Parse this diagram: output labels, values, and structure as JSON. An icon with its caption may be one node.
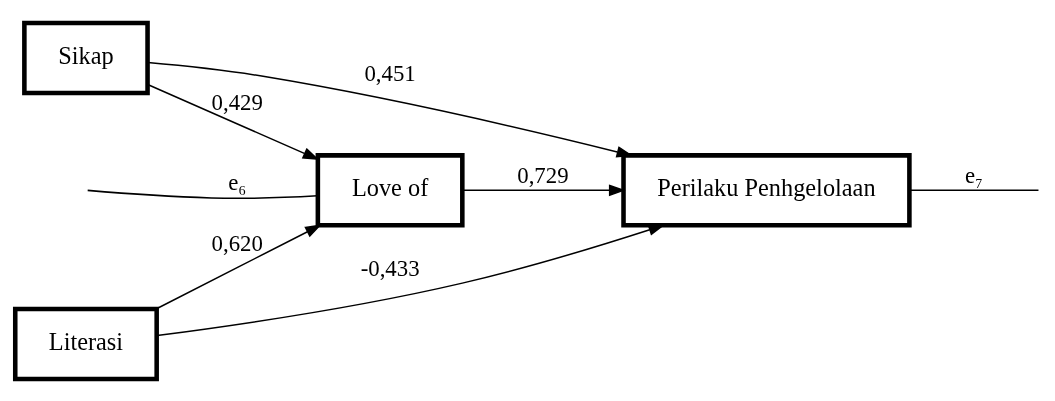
{
  "diagram": {
    "nodes": [
      {
        "text": [
          "Literasi"
        ]
      },
      {
        "text": [
          "Sikap"
        ]
      },
      {
        "text": [
          "Love of"
        ]
      },
      {
        "text": [
          "Perilaku Penhgelolaan"
        ]
      }
    ],
    "edges": [
      {
        "from": 0,
        "to": 2,
        "arrow": "to",
        "label": "0,620"
      },
      {
        "from": 1,
        "to": 2,
        "arrow": "to",
        "label": "0,429"
      },
      {
        "from": 2,
        "to": 3,
        "arrow": "to",
        "label": "0,729"
      },
      {
        "from": 0,
        "to": 3,
        "arrow": "to",
        "label": "-0,433"
      },
      {
        "from": 1,
        "to": 3,
        "arrow": "to",
        "label": "0,451"
      },
      {
        "from": null,
        "to": 2,
        "arrow": "none",
        "label": "e₆"
      },
      {
        "from": 3,
        "to": null,
        "arrow": "none",
        "label": "e₇"
      }
    ]
  }
}
